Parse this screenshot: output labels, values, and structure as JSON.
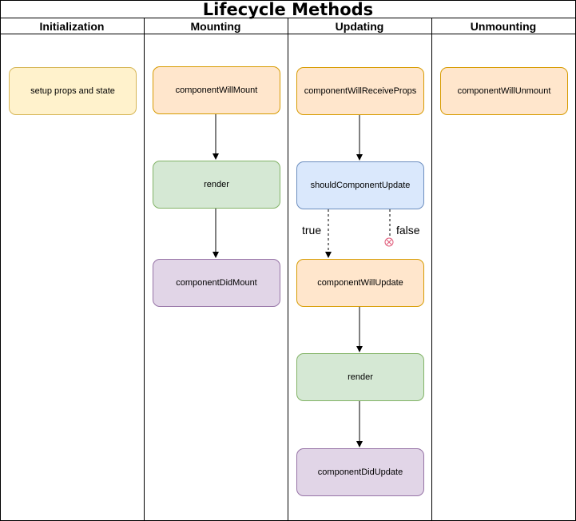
{
  "diagram": {
    "title": "Lifecycle Methods",
    "lanes": {
      "initialization": "Initialization",
      "mounting": "Mounting",
      "updating": "Updating",
      "unmounting": "Unmounting"
    },
    "nodes": {
      "setup_props_and_state": "setup props and state",
      "component_will_mount": "componentWillMount",
      "mounting_render": "render",
      "component_did_mount": "componentDidMount",
      "component_will_receive_props": "componentWillReceiveProps",
      "should_component_update": "shouldComponentUpdate",
      "component_will_update": "componentWillUpdate",
      "updating_render": "render",
      "component_did_update": "componentDidUpdate",
      "component_will_unmount": "componentWillUnmount"
    },
    "edge_labels": {
      "true_label": "true",
      "false_label": "false"
    },
    "colors": {
      "yellow_fill": "#fff2cc",
      "orange_fill": "#ffe6cc",
      "green_fill": "#d5e8d4",
      "purple_fill": "#e1d5e7",
      "blue_fill": "#dae8fc",
      "stop_marker": "#e05a79"
    }
  }
}
